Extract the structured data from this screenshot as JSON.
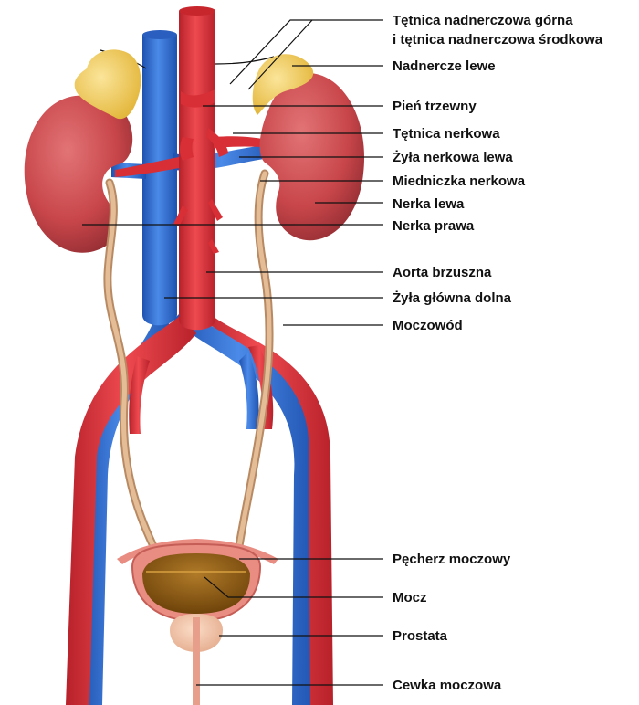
{
  "labels": {
    "adrenal_arteries_line1": "Tętnica nadnerczowa górna",
    "adrenal_arteries_line2": "i tętnica nadnerczowa środkowa",
    "left_adrenal": "Nadnercze lewe",
    "celiac_trunk": "Pień trzewny",
    "renal_artery": "Tętnica nerkowa",
    "left_renal_vein": "Żyła nerkowa lewa",
    "renal_pelvis": "Miedniczka nerkowa",
    "left_kidney": "Nerka lewa",
    "right_kidney": "Nerka prawa",
    "abdominal_aorta": "Aorta brzuszna",
    "inferior_vena_cava": "Żyła główna dolna",
    "ureter": "Moczowód",
    "bladder": "Pęcherz moczowy",
    "urine": "Mocz",
    "prostate": "Prostata",
    "urethra": "Cewka moczowa"
  },
  "colors": {
    "artery": "#e0353c",
    "vein": "#2f6fd6",
    "kidney": "#c8464a",
    "adrenal": "#f2cf54",
    "ureter": "#dcb088",
    "bladder_wall": "#e7847a",
    "urine": "#8b5a12",
    "prostate": "#f2c4a8"
  }
}
